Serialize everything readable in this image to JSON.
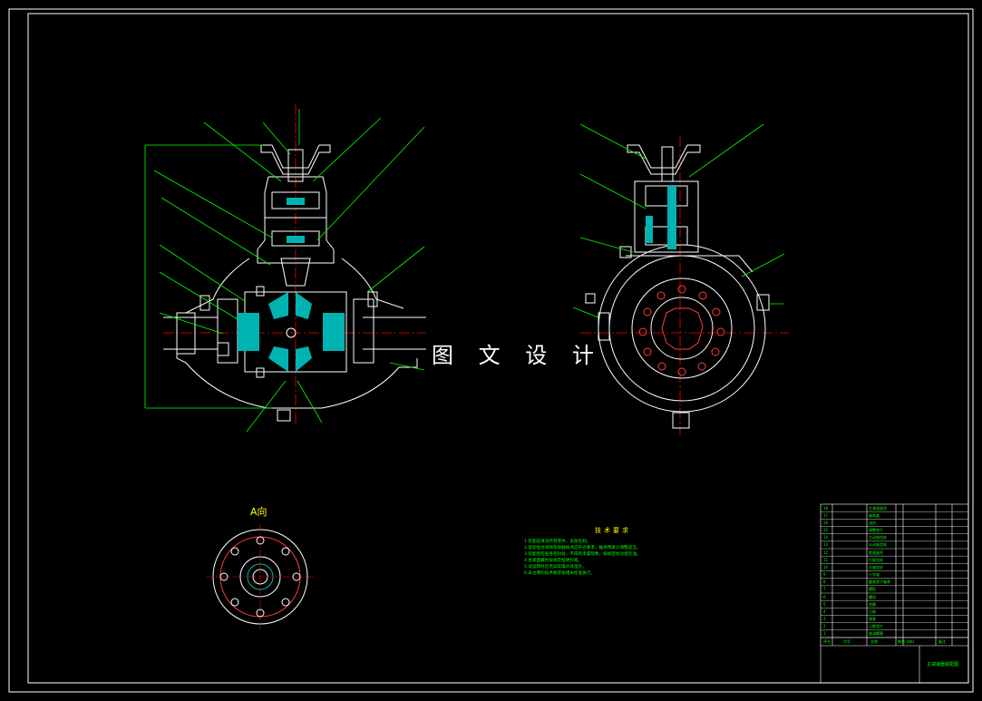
{
  "watermark": "图 文 设 计",
  "view_label": "A向",
  "tech_requirements": {
    "title": "技术要求",
    "items": [
      "1.装配前清洗所有零件，去除毛刺。",
      "2.齿轮啮合间隙及接触斑点应符合要求，轴承预紧力调整适当。",
      "3.装配后检查各密封处，不得有渗漏现象，按规定加注齿轮油。",
      "4.各紧固螺栓按规定扭矩拧紧。",
      "5.试运转时应无异常噪声及温升。",
      "6.未注明的技术要求按相关标准执行。"
    ]
  },
  "title_block": {
    "drawing_name": "主减速器装配图",
    "header_cols": [
      "序号",
      "代号",
      "名称",
      "数量",
      "材料",
      "备注"
    ],
    "parts": [
      "主减速器壳",
      "轴承盖",
      "油封",
      "调整垫片",
      "主动锥齿轮",
      "从动锥齿轮",
      "差速器壳",
      "行星齿轮",
      "半轴齿轮",
      "十字轴",
      "圆锥滚子轴承",
      "螺栓",
      "螺母",
      "垫圈",
      "凸缘",
      "隔套",
      "止推垫片",
      "放油螺塞"
    ]
  },
  "colors": {
    "background": "#000000",
    "border": "#ffffff",
    "outline": "#ffffff",
    "leader": "#00ff00",
    "center_line": "#ff0000",
    "section_fill": "#00b3b3",
    "dimension": "#00ff00",
    "label": "#ffff00"
  }
}
